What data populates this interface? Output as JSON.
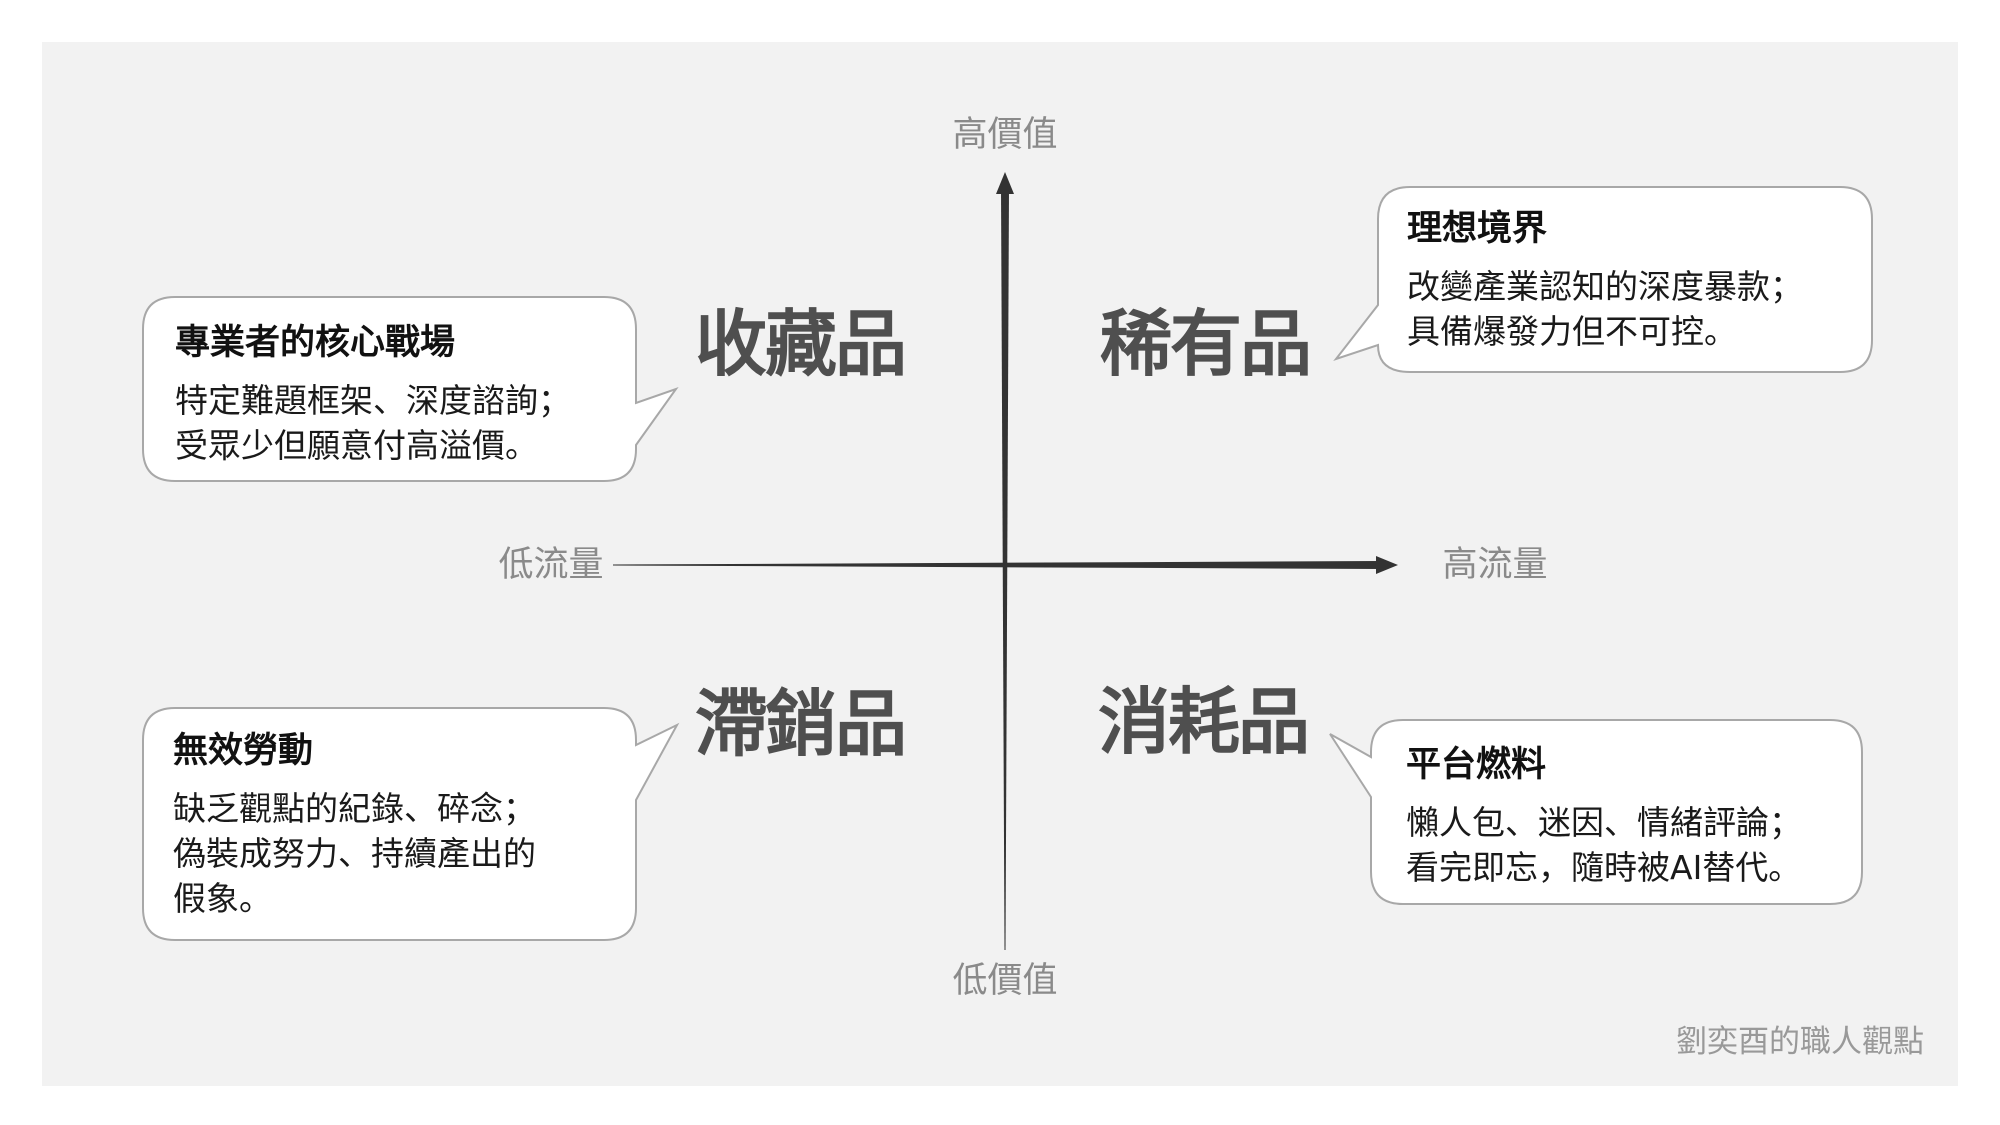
{
  "axes": {
    "y_top": "高價值",
    "y_bottom": "低價值",
    "x_left": "低流量",
    "x_right": "高流量"
  },
  "quadrants": {
    "top_left": "收藏品",
    "top_right": "稀有品",
    "bottom_left": "滯銷品",
    "bottom_right": "消耗品"
  },
  "bubbles": {
    "top_left": {
      "title": "專業者的核心戰場",
      "lines": [
        "特定難題框架、深度諮詢；",
        "受眾少但願意付高溢價。"
      ]
    },
    "top_right": {
      "title": "理想境界",
      "lines": [
        "改變產業認知的深度暴款；",
        "具備爆發力但不可控。"
      ]
    },
    "bottom_left": {
      "title": "無效勞動",
      "lines": [
        "缺乏觀點的紀錄、碎念；",
        "偽裝成努力、持續產出的",
        "假象。"
      ]
    },
    "bottom_right": {
      "title": "平台燃料",
      "lines": [
        "懶人包、迷因、情緒評論；",
        "看完即忘，隨時被AI替代。"
      ]
    }
  },
  "footer": "劉奕酉的職人觀點",
  "colors": {
    "panel": "#f2f2f2",
    "axis": "#333333",
    "bubble_border": "#a8a8a8",
    "quadrant_text": "#4f4f4f"
  }
}
